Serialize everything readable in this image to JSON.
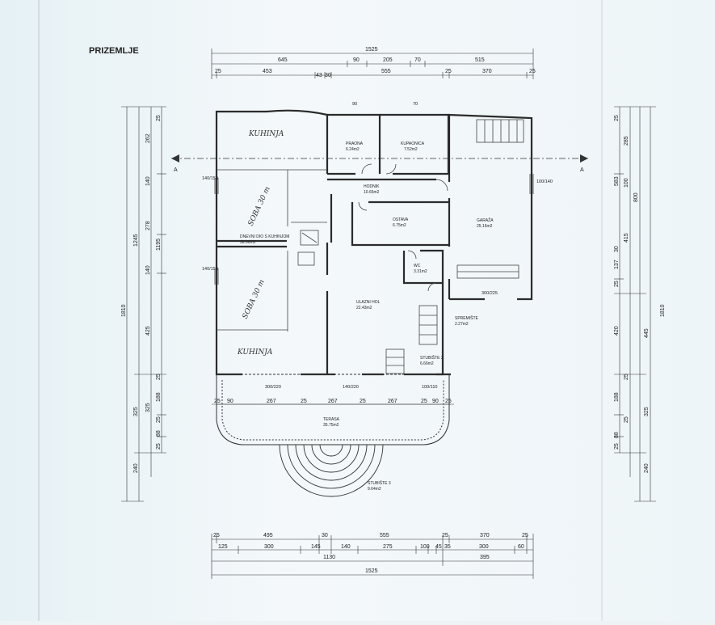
{
  "title": "PRIZEMLJE",
  "top_dims": {
    "row1": [
      "1525"
    ],
    "row2": [
      "645",
      "90",
      "205",
      "70",
      "515"
    ],
    "row3": [
      "25",
      "453",
      "43",
      "30",
      "555",
      "25",
      "370",
      "25"
    ]
  },
  "bottom_dims": {
    "row1": [
      "25",
      "495",
      "30",
      "555",
      "25",
      "370",
      "25"
    ],
    "row2": [
      "125",
      "300",
      "145",
      "140",
      "275",
      "100",
      "45",
      "35",
      "300",
      "60"
    ],
    "row3": [
      "1130",
      "395"
    ],
    "row4": [
      "1525"
    ]
  },
  "left_dims": {
    "outer": [
      "1810"
    ],
    "mid": [
      "1245",
      "325",
      "240"
    ],
    "inner": [
      "25",
      "262",
      "140",
      "278",
      "140",
      "425",
      "25",
      "188",
      "25",
      "88",
      "25"
    ],
    "inner2": [
      "1195",
      "325"
    ]
  },
  "right_dims": {
    "outer": [
      "1810"
    ],
    "mid": [
      "800",
      "445",
      "325",
      "240"
    ],
    "inner": [
      "25",
      "285",
      "583",
      "100",
      "415",
      "30",
      "137",
      "25",
      "420",
      "25",
      "188",
      "25",
      "88",
      "25"
    ]
  },
  "terrace_dims": [
    "25",
    "90",
    "267",
    "25",
    "267",
    "25",
    "267",
    "25",
    "90",
    "25"
  ],
  "section_marks": [
    "A",
    "A"
  ],
  "rooms": [
    {
      "name": "PRAONA",
      "area": "6.24m2"
    },
    {
      "name": "KUPAONICA",
      "area": "7.52m2"
    },
    {
      "name": "HODNIK",
      "area": "10.65m2"
    },
    {
      "name": "OSTAVA",
      "area": "6.75m2"
    },
    {
      "name": "GARAŽA",
      "area": "25.16m2"
    },
    {
      "name": "DNEVNI DIO S KUHINJOM",
      "area": "58.96m2"
    },
    {
      "name": "WC",
      "area": "3.31m2"
    },
    {
      "name": "ULAZNI HOL",
      "area": "22.43m2"
    },
    {
      "name": "SPREMIŠTE",
      "area": "2.27m2"
    },
    {
      "name": "STUBIŠTE 2",
      "area": "6.66m2"
    },
    {
      "name": "TERASA",
      "area": "35.75m2"
    },
    {
      "name": "STUBIŠTE 3",
      "area": "9.64m2"
    }
  ],
  "handwritten": [
    "KUHINJA",
    "SOBA 30 m",
    "SOBA 30 m",
    "KUHINJA"
  ],
  "openings": [
    "140/150",
    "140/150",
    "100/140",
    "300/225",
    "300/220",
    "140/220",
    "100/110",
    "90",
    "70"
  ],
  "colors": {
    "line": "#2b2b2b",
    "paper": "#eef5f8"
  }
}
